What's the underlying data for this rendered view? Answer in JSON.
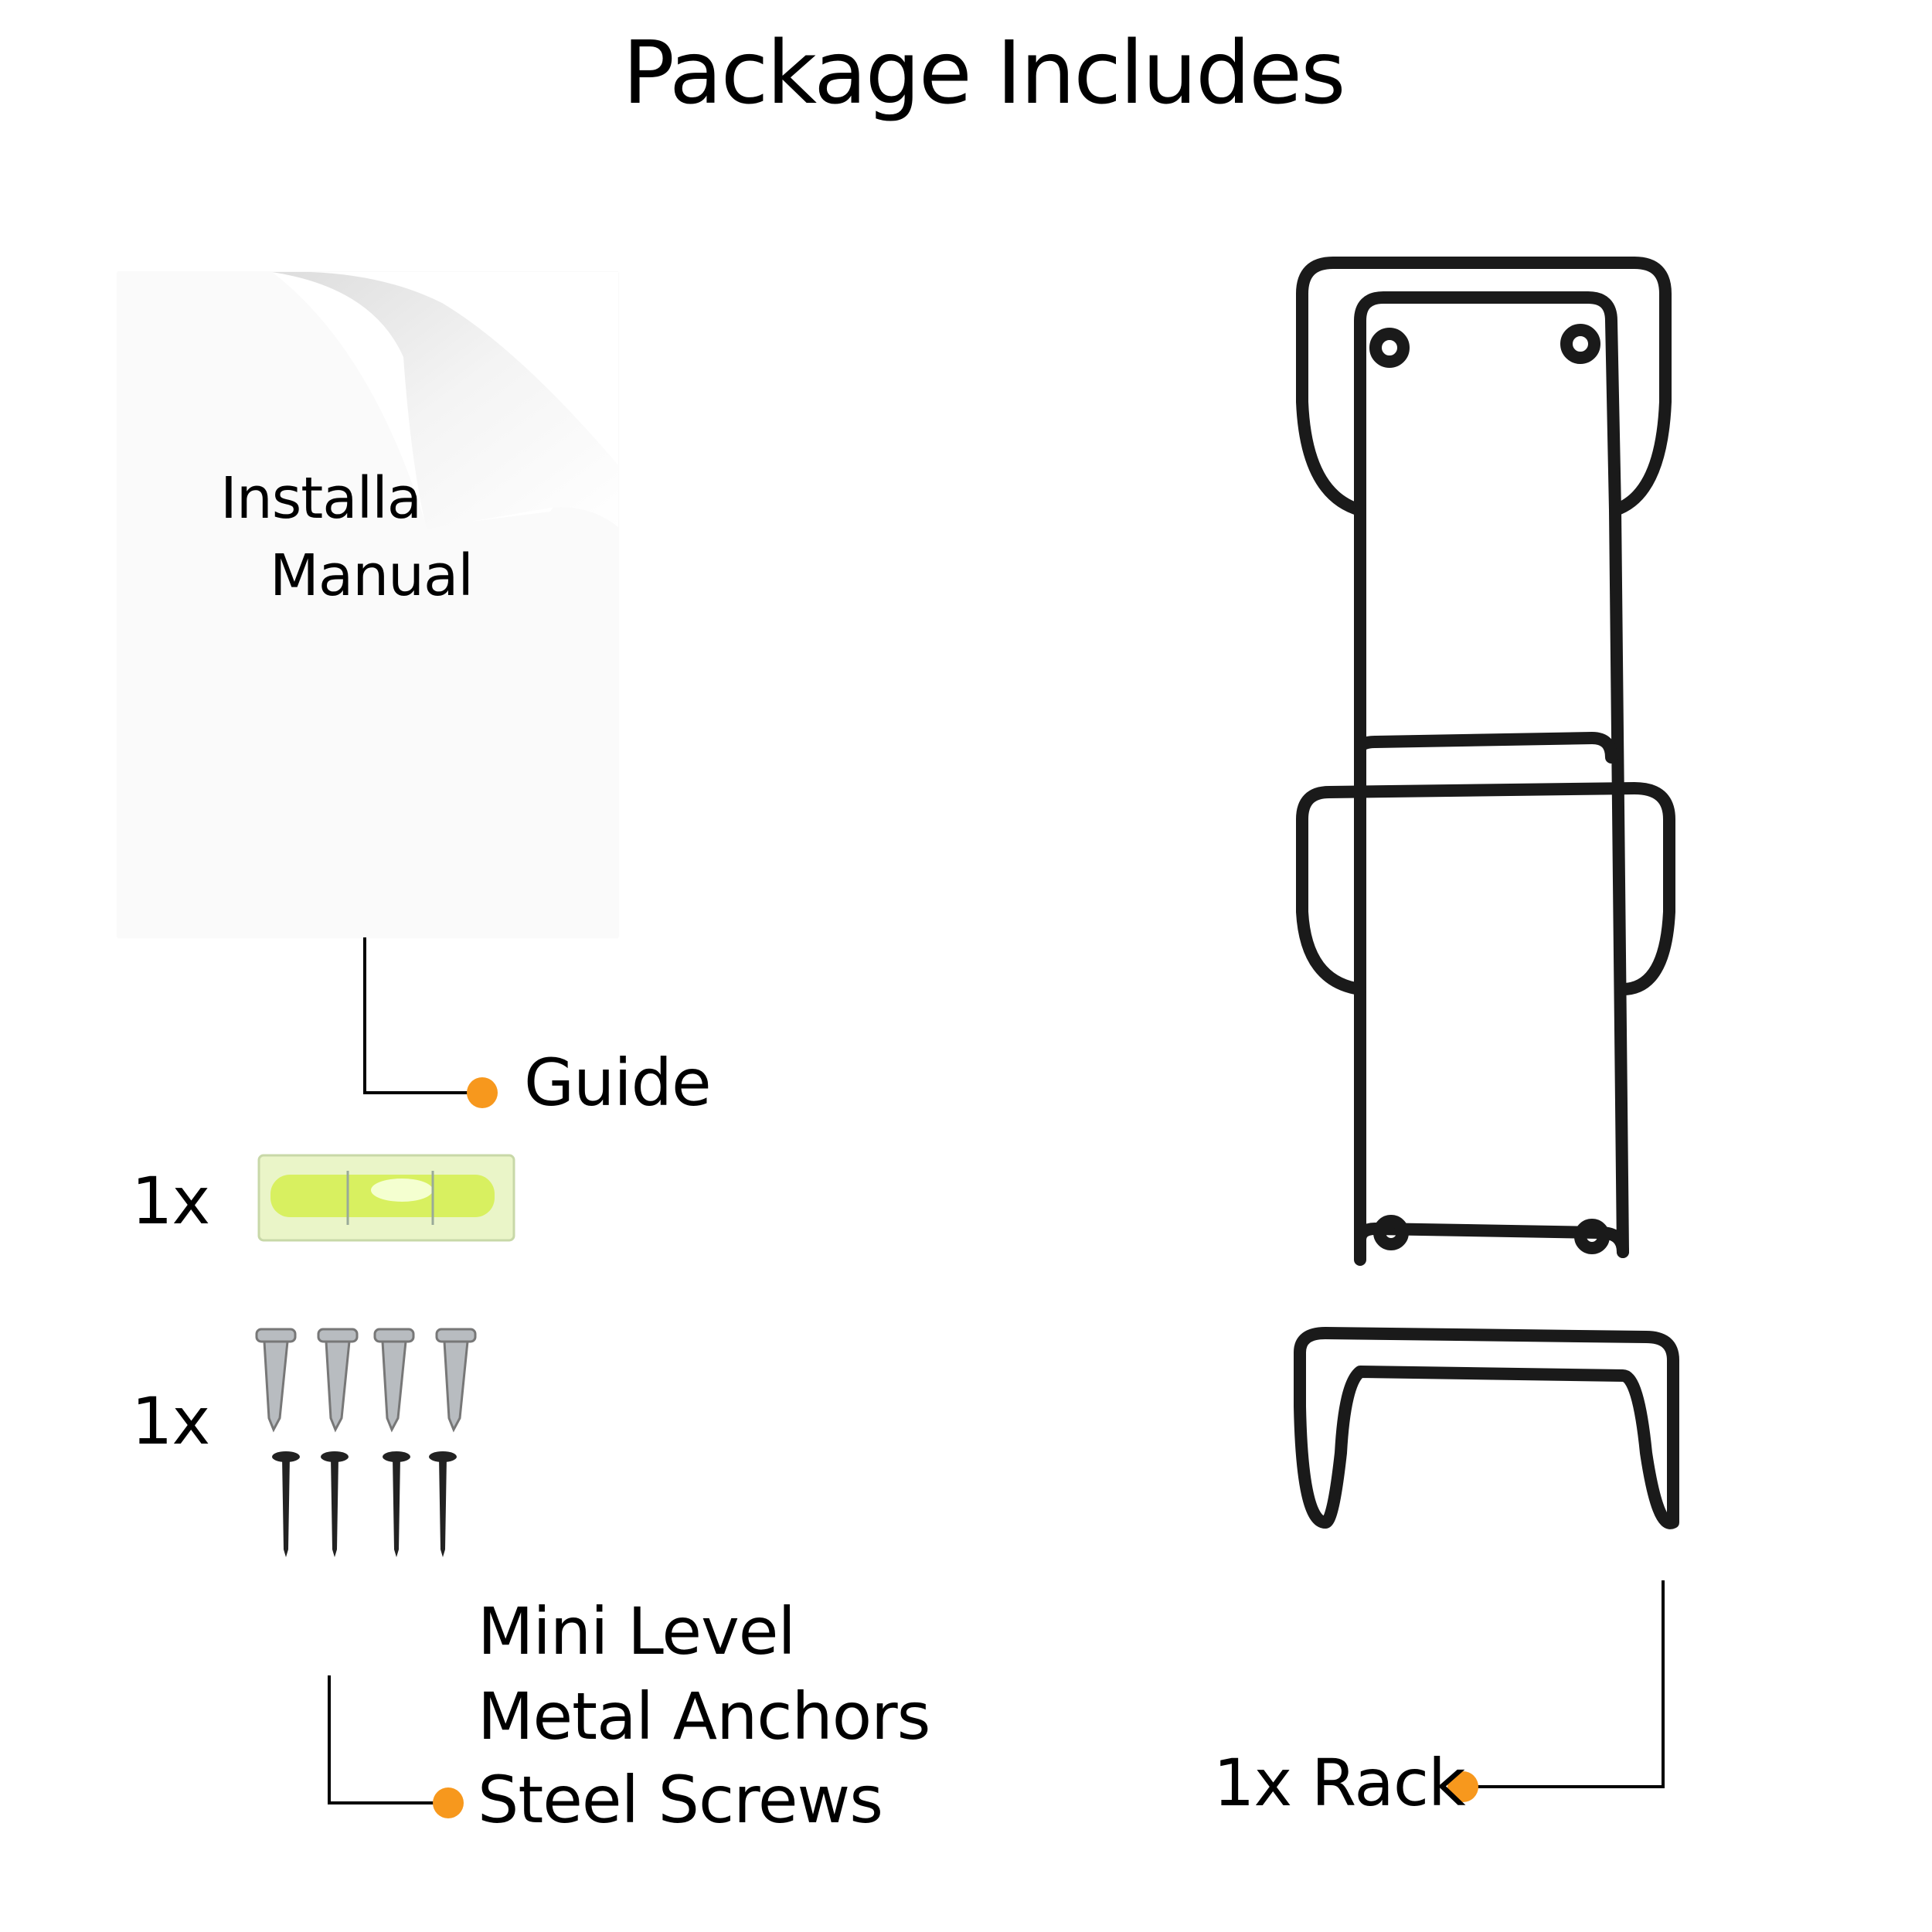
{
  "title": "Package Includes",
  "manual": {
    "line1": "Installat",
    "line2": "Manual"
  },
  "labels": {
    "guide": "Guide",
    "level_qty": "1x",
    "hardware_qty": "1x",
    "mini_level": "Mini Level",
    "metal_anchors": "Metal Anchors",
    "steel_screws": "Steel Screws",
    "rack": "1x Rack"
  },
  "colors": {
    "accent": "#f7981d",
    "rack": "#1a1a1a",
    "level_liquid": "#d8f060"
  },
  "icons": [
    "page-curl-icon",
    "bubble-level-icon",
    "anchor-icon",
    "screw-icon",
    "wire-rack-icon"
  ]
}
